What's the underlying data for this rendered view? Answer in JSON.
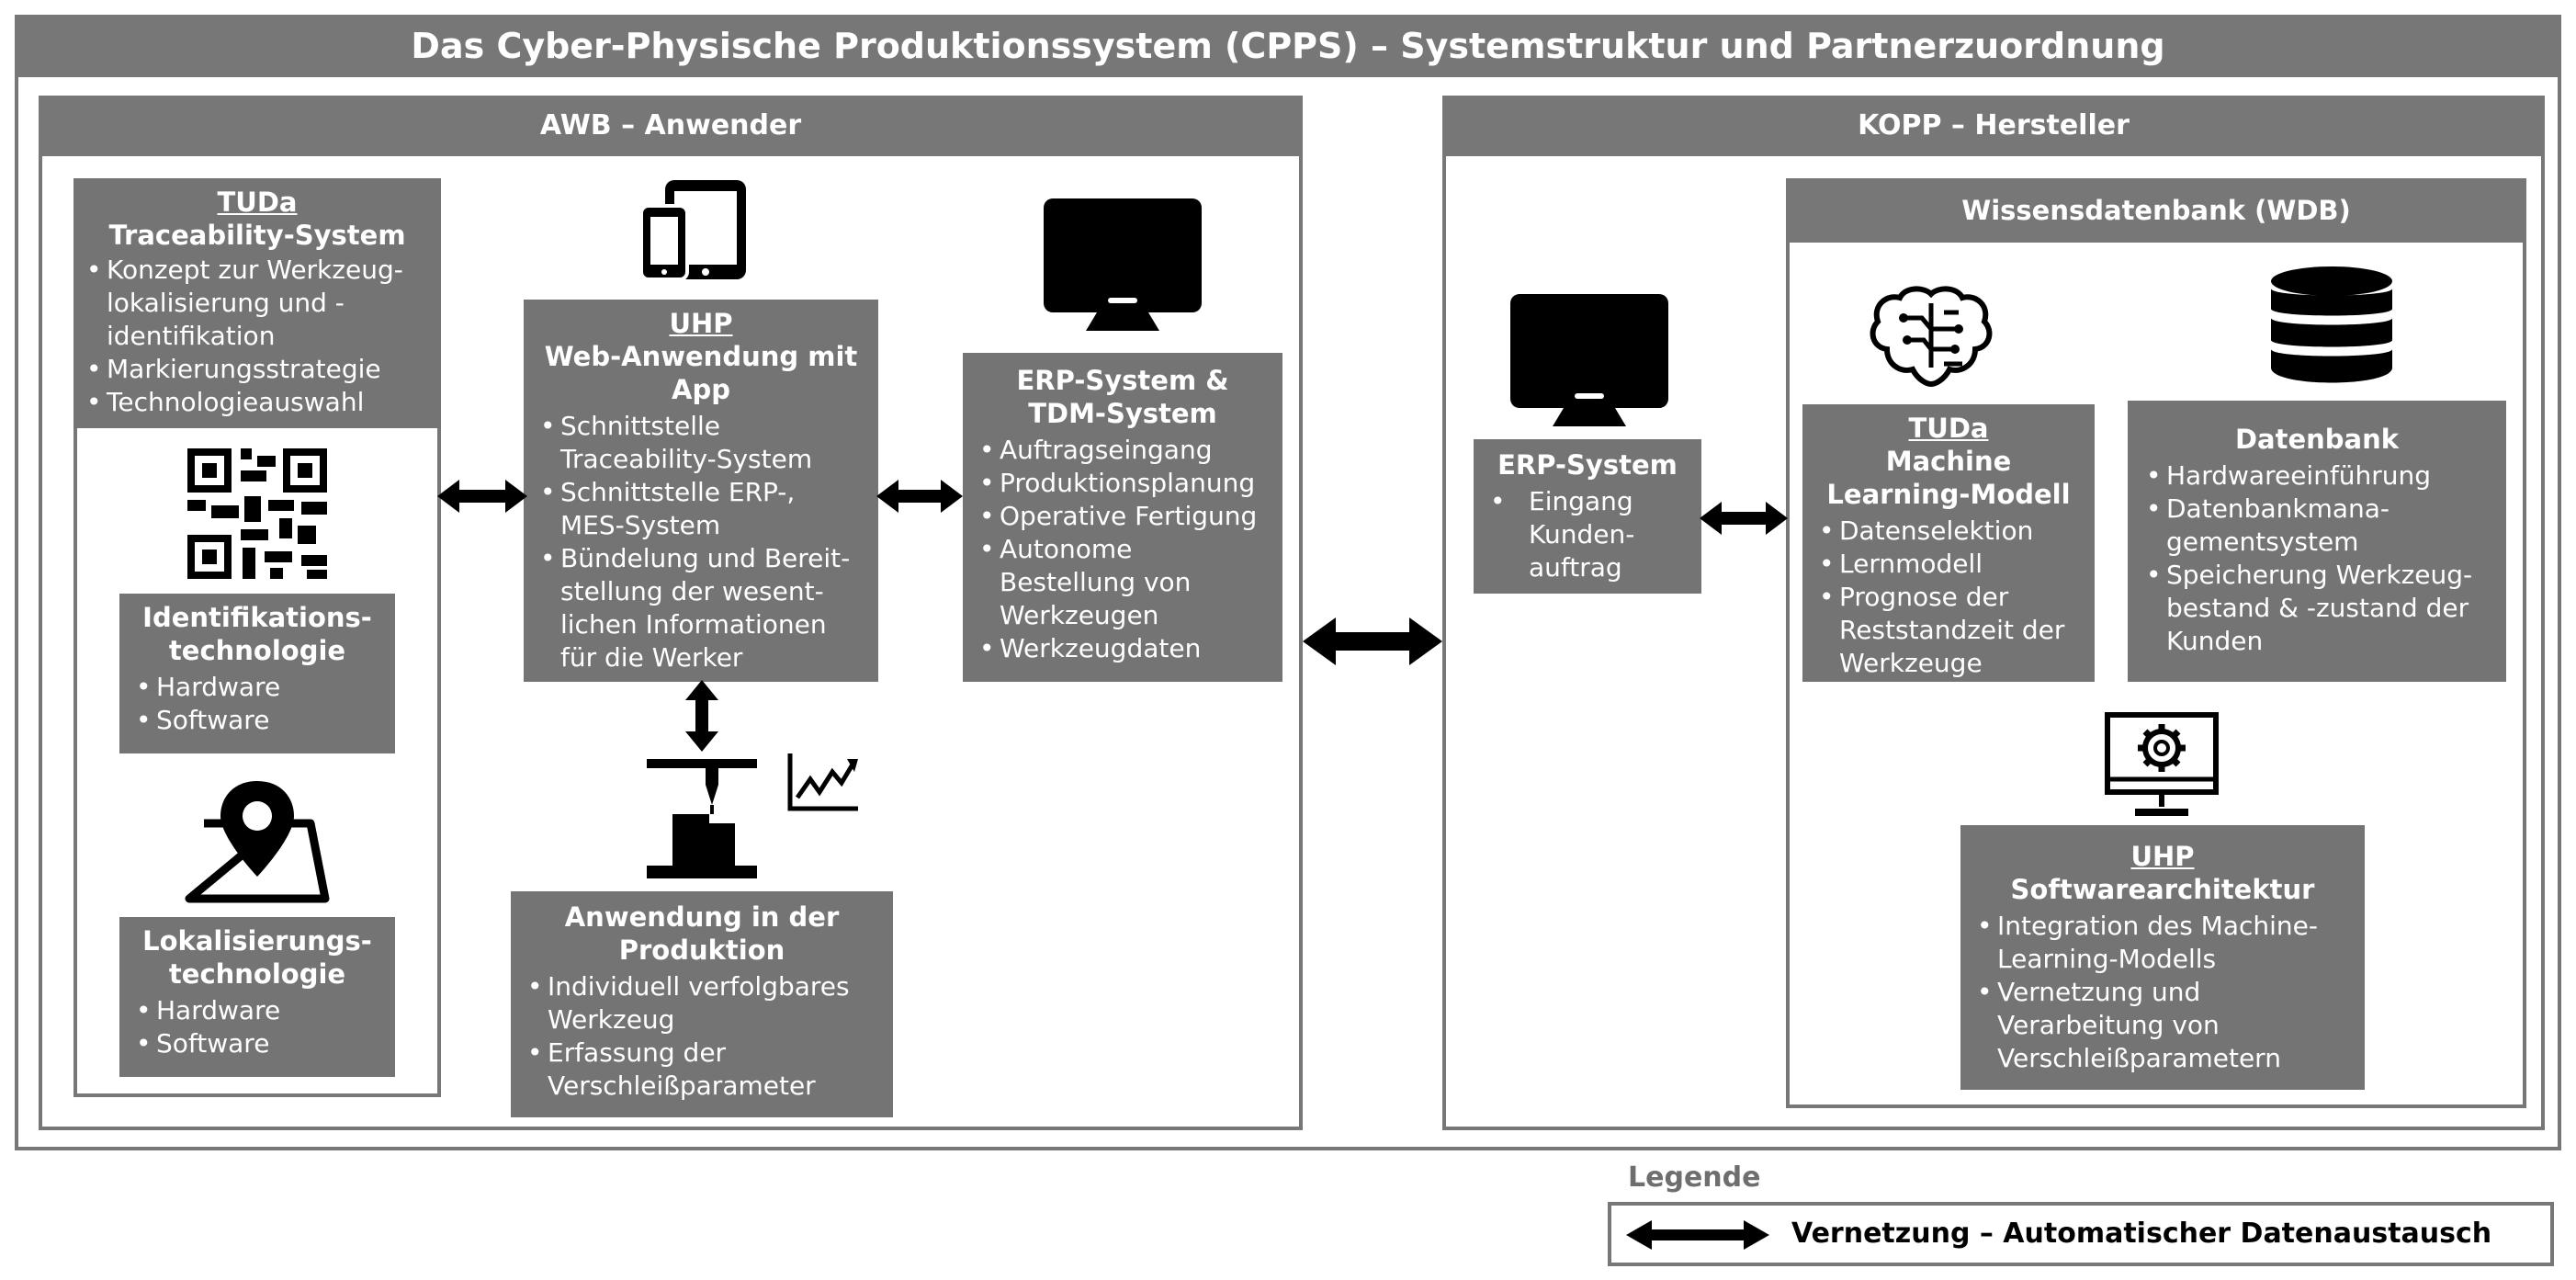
{
  "title": "Das Cyber-Physische Produktionssystem (CPPS) – Systemstruktur und Partnerzuordnung",
  "awb": {
    "header": "AWB – Anwender",
    "traceability": {
      "owner": "TUDa",
      "title": "Traceability-System",
      "items": [
        "Konzept zur Werkzeug-lokalisierung und -identifikation",
        "Markierungsstrategie",
        "Technologieauswahl"
      ]
    },
    "identification": {
      "title": "Identifikations-technologie",
      "items": [
        "Hardware",
        "Software"
      ]
    },
    "localization": {
      "title": "Lokalisierungs-technologie",
      "items": [
        "Hardware",
        "Software"
      ]
    },
    "webapp": {
      "owner": "UHP",
      "title": "Web-Anwendung mit App",
      "items": [
        "Schnittstelle Traceability-System",
        "Schnittstelle ERP-, MES-System",
        "Bündelung und Bereit-stellung der wesent-lichen Informationen für die Werker"
      ]
    },
    "erp_tdm": {
      "title": "ERP-System & TDM-System",
      "items": [
        "Auftragseingang",
        "Produktionsplanung",
        "Operative Fertigung",
        "Autonome Bestellung von Werkzeugen",
        "Werkzeugdaten"
      ]
    },
    "production": {
      "title": "Anwendung in der Produktion",
      "items": [
        "Individuell verfolgbares Werkzeug",
        "Erfassung der Verschleißparameter"
      ]
    }
  },
  "kopp": {
    "header": "KOPP – Hersteller",
    "erp": {
      "title": "ERP-System",
      "items": [
        "Eingang Kunden-auftrag"
      ]
    },
    "wdb": {
      "header": "Wissensdatenbank (WDB)",
      "ml": {
        "owner": "TUDa",
        "title": "Machine Learning-Modell",
        "items": [
          "Datenselektion",
          "Lernmodell",
          "Prognose der Reststandzeit der Werkzeuge"
        ]
      },
      "db": {
        "title": "Datenbank",
        "items": [
          "Hardwareeinführung",
          "Datenbankmana-gementsystem",
          "Speicherung Werkzeug-bestand & -zustand der Kunden"
        ]
      },
      "software": {
        "owner": "UHP",
        "title": "Softwarearchitektur",
        "items": [
          "Integration des Machine-Learning-Modells",
          "Vernetzung und Verarbeitung von Verschleißparametern"
        ]
      }
    }
  },
  "legend": {
    "title": "Legende",
    "label": "Vernetzung – Automatischer Datenaustausch"
  },
  "icons": [
    "qr-code-icon",
    "map-pin-icon",
    "tablet-phone-icon",
    "monitor-icon",
    "machine-tool-icon",
    "trend-chart-icon",
    "brain-circuit-icon",
    "database-icon",
    "settings-monitor-icon",
    "double-arrow-icon"
  ],
  "colors": {
    "box": "#747474",
    "frame": "#777777",
    "arrow": "#000000"
  }
}
